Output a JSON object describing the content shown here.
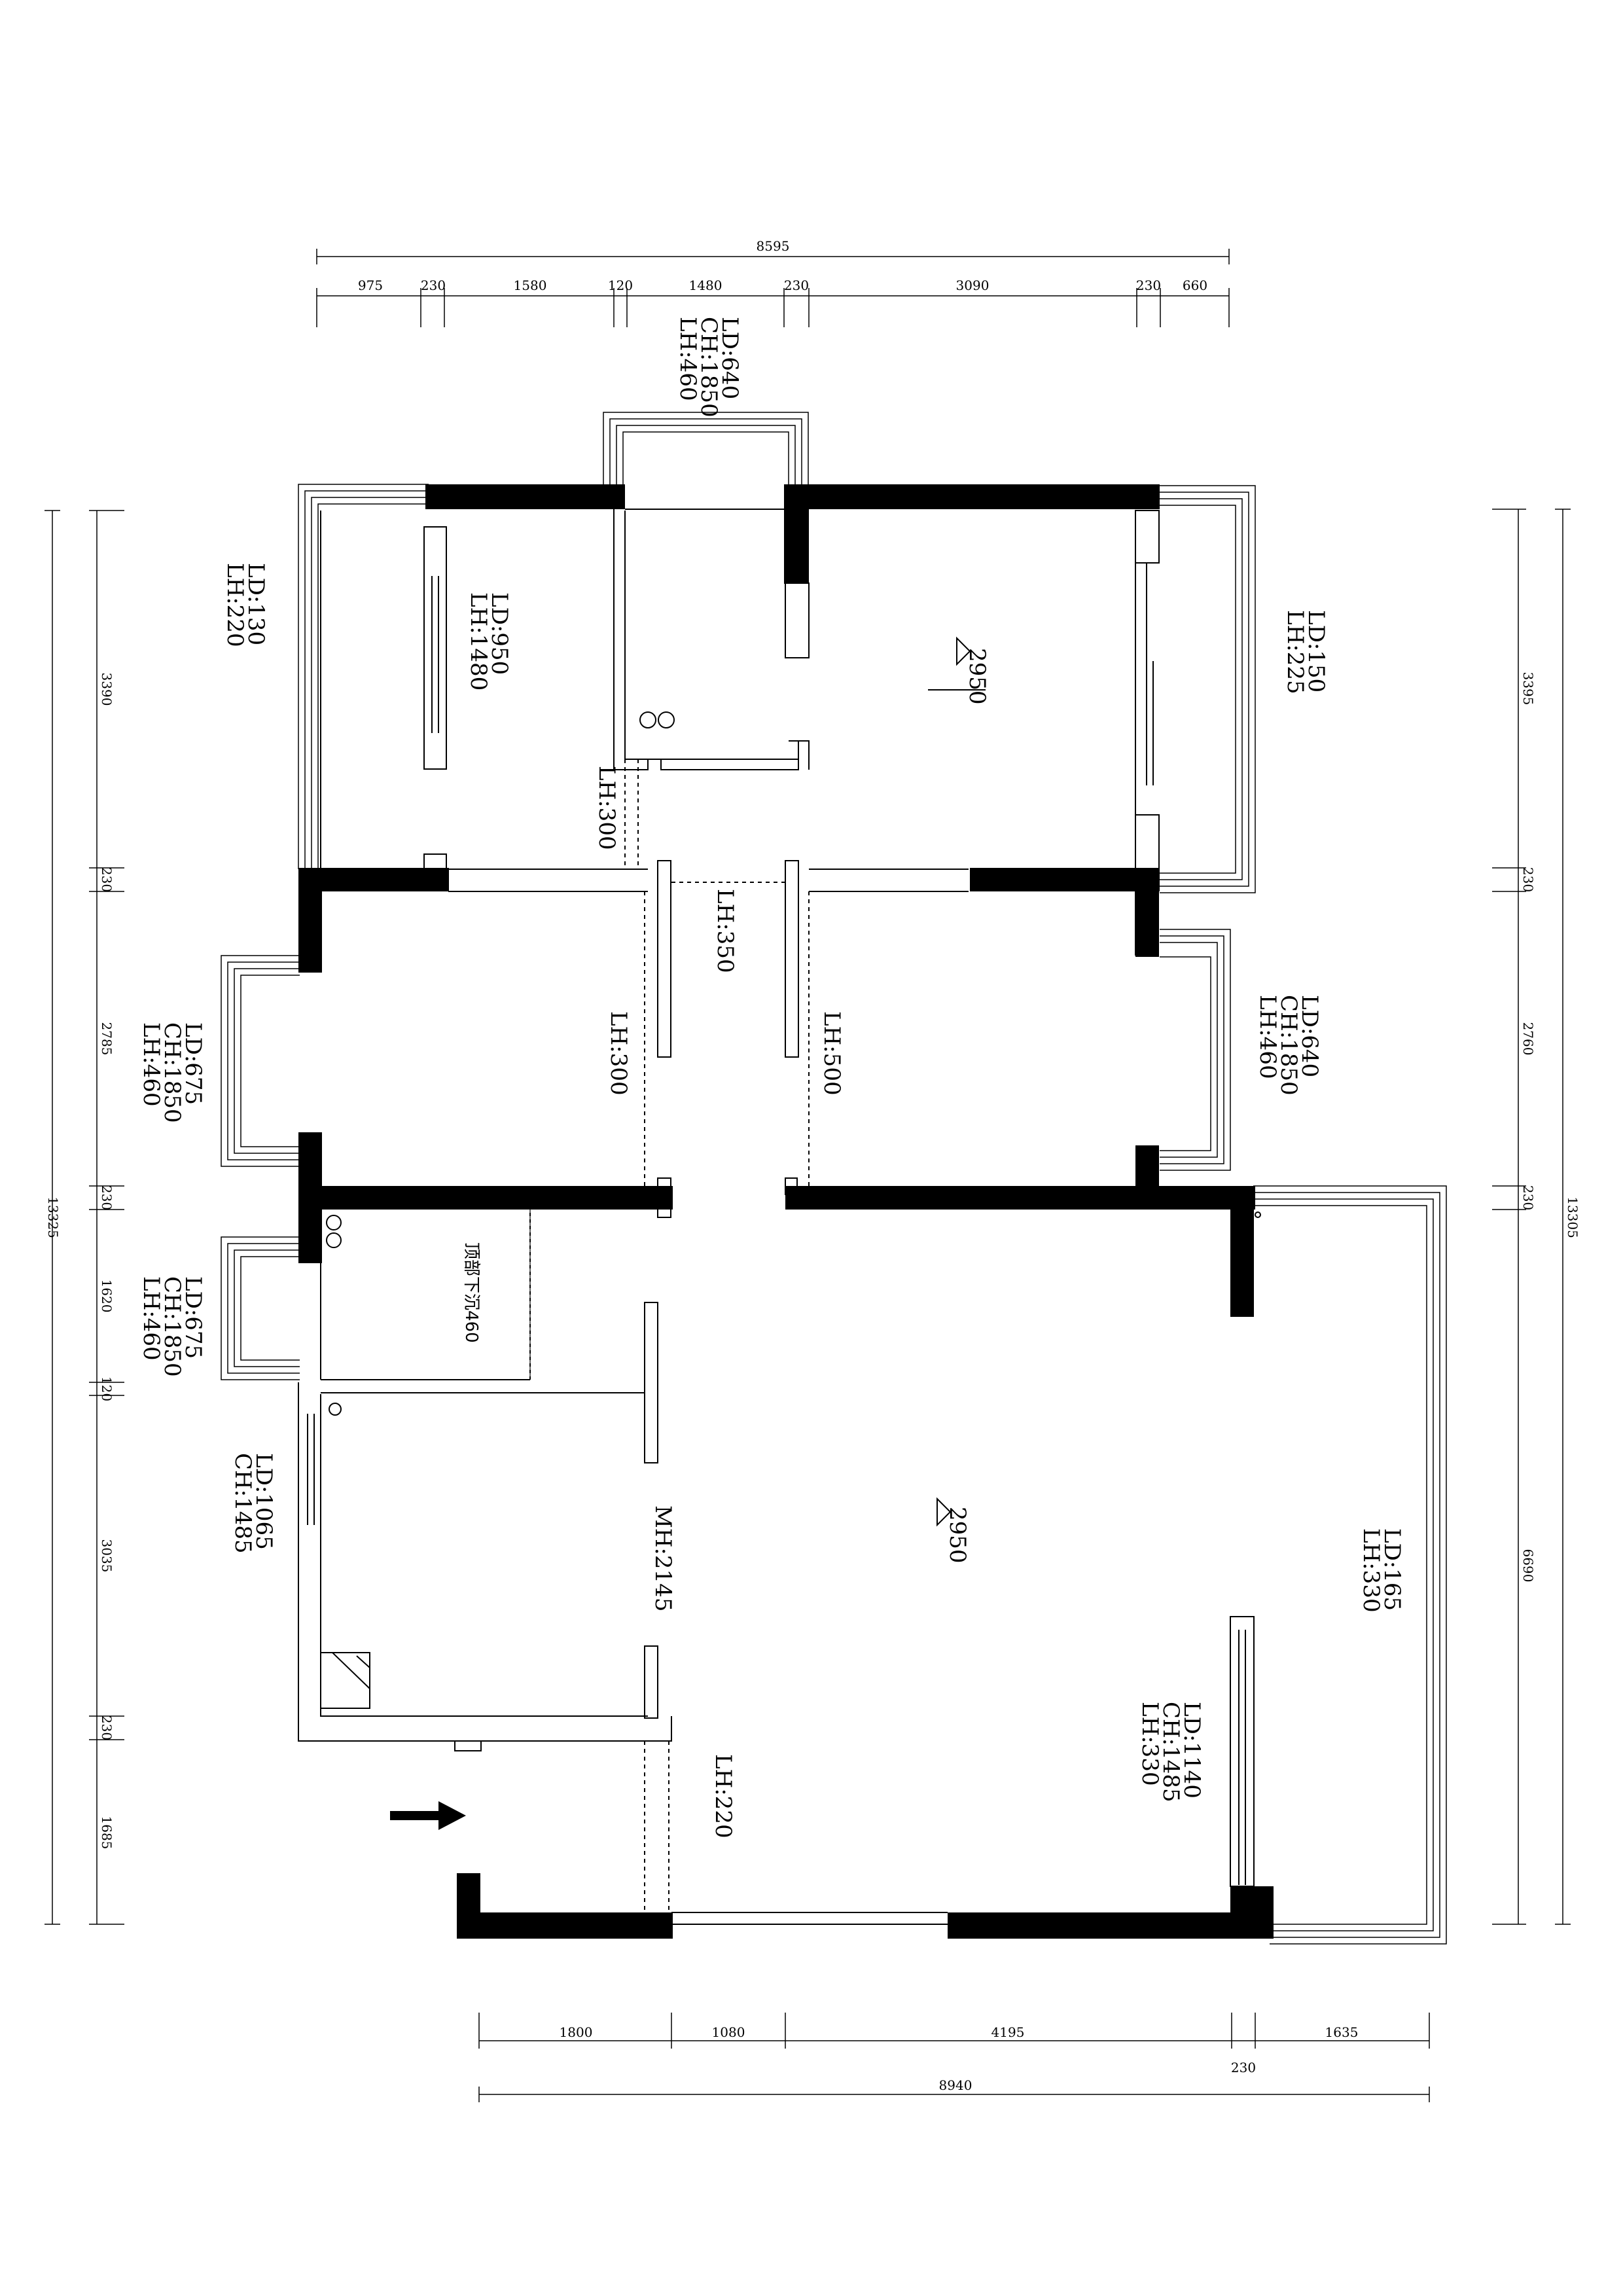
{
  "dimensions": {
    "top_total": "8595",
    "top": [
      "975",
      "230",
      "1580",
      "120",
      "1480",
      "230",
      "3090",
      "230",
      "660"
    ],
    "left_total": "13325",
    "left": [
      "3390",
      "230",
      "2785",
      "230",
      "1620",
      "120",
      "3035",
      "230",
      "1685"
    ],
    "right_total": "13305",
    "right": [
      "3395",
      "230",
      "2760",
      "230",
      "6690"
    ],
    "bottom": [
      "1800",
      "1080",
      "4195",
      "1635"
    ],
    "bottom_extra": "230",
    "bottom_total": "8940"
  },
  "annotations": {
    "top_window": [
      "LD:640",
      "CH:1850",
      "LH:460"
    ],
    "left_room_window": [
      "LD:130",
      "LH:220"
    ],
    "inner_window": [
      "LD:950",
      "LH:1480"
    ],
    "master_window": [
      "LD:150",
      "LH:225"
    ],
    "master_height": "2950",
    "door_lh_300_a": "LH:300",
    "door_lh_350": "LH:350",
    "door_lh_300_b": "LH:300",
    "door_lh_500": "LH:500",
    "left_mid_window": [
      "LD:675",
      "CH:1850",
      "LH:460"
    ],
    "right_mid_window": [
      "LD:640",
      "CH:1850",
      "LH:460"
    ],
    "ceiling_drop": "顶部下沉460",
    "left_low_window": [
      "LD:675",
      "CH:1850",
      "LH:460"
    ],
    "kitchen_window": [
      "LD:1065",
      "CH:1485"
    ],
    "door_height": "MH:2145",
    "living_height": "2950",
    "living_window": [
      "LD:165",
      "LH:330"
    ],
    "balcony_window": [
      "LD:1140",
      "CH:1485",
      "LH:330"
    ],
    "entry_lh": "LH:220"
  }
}
